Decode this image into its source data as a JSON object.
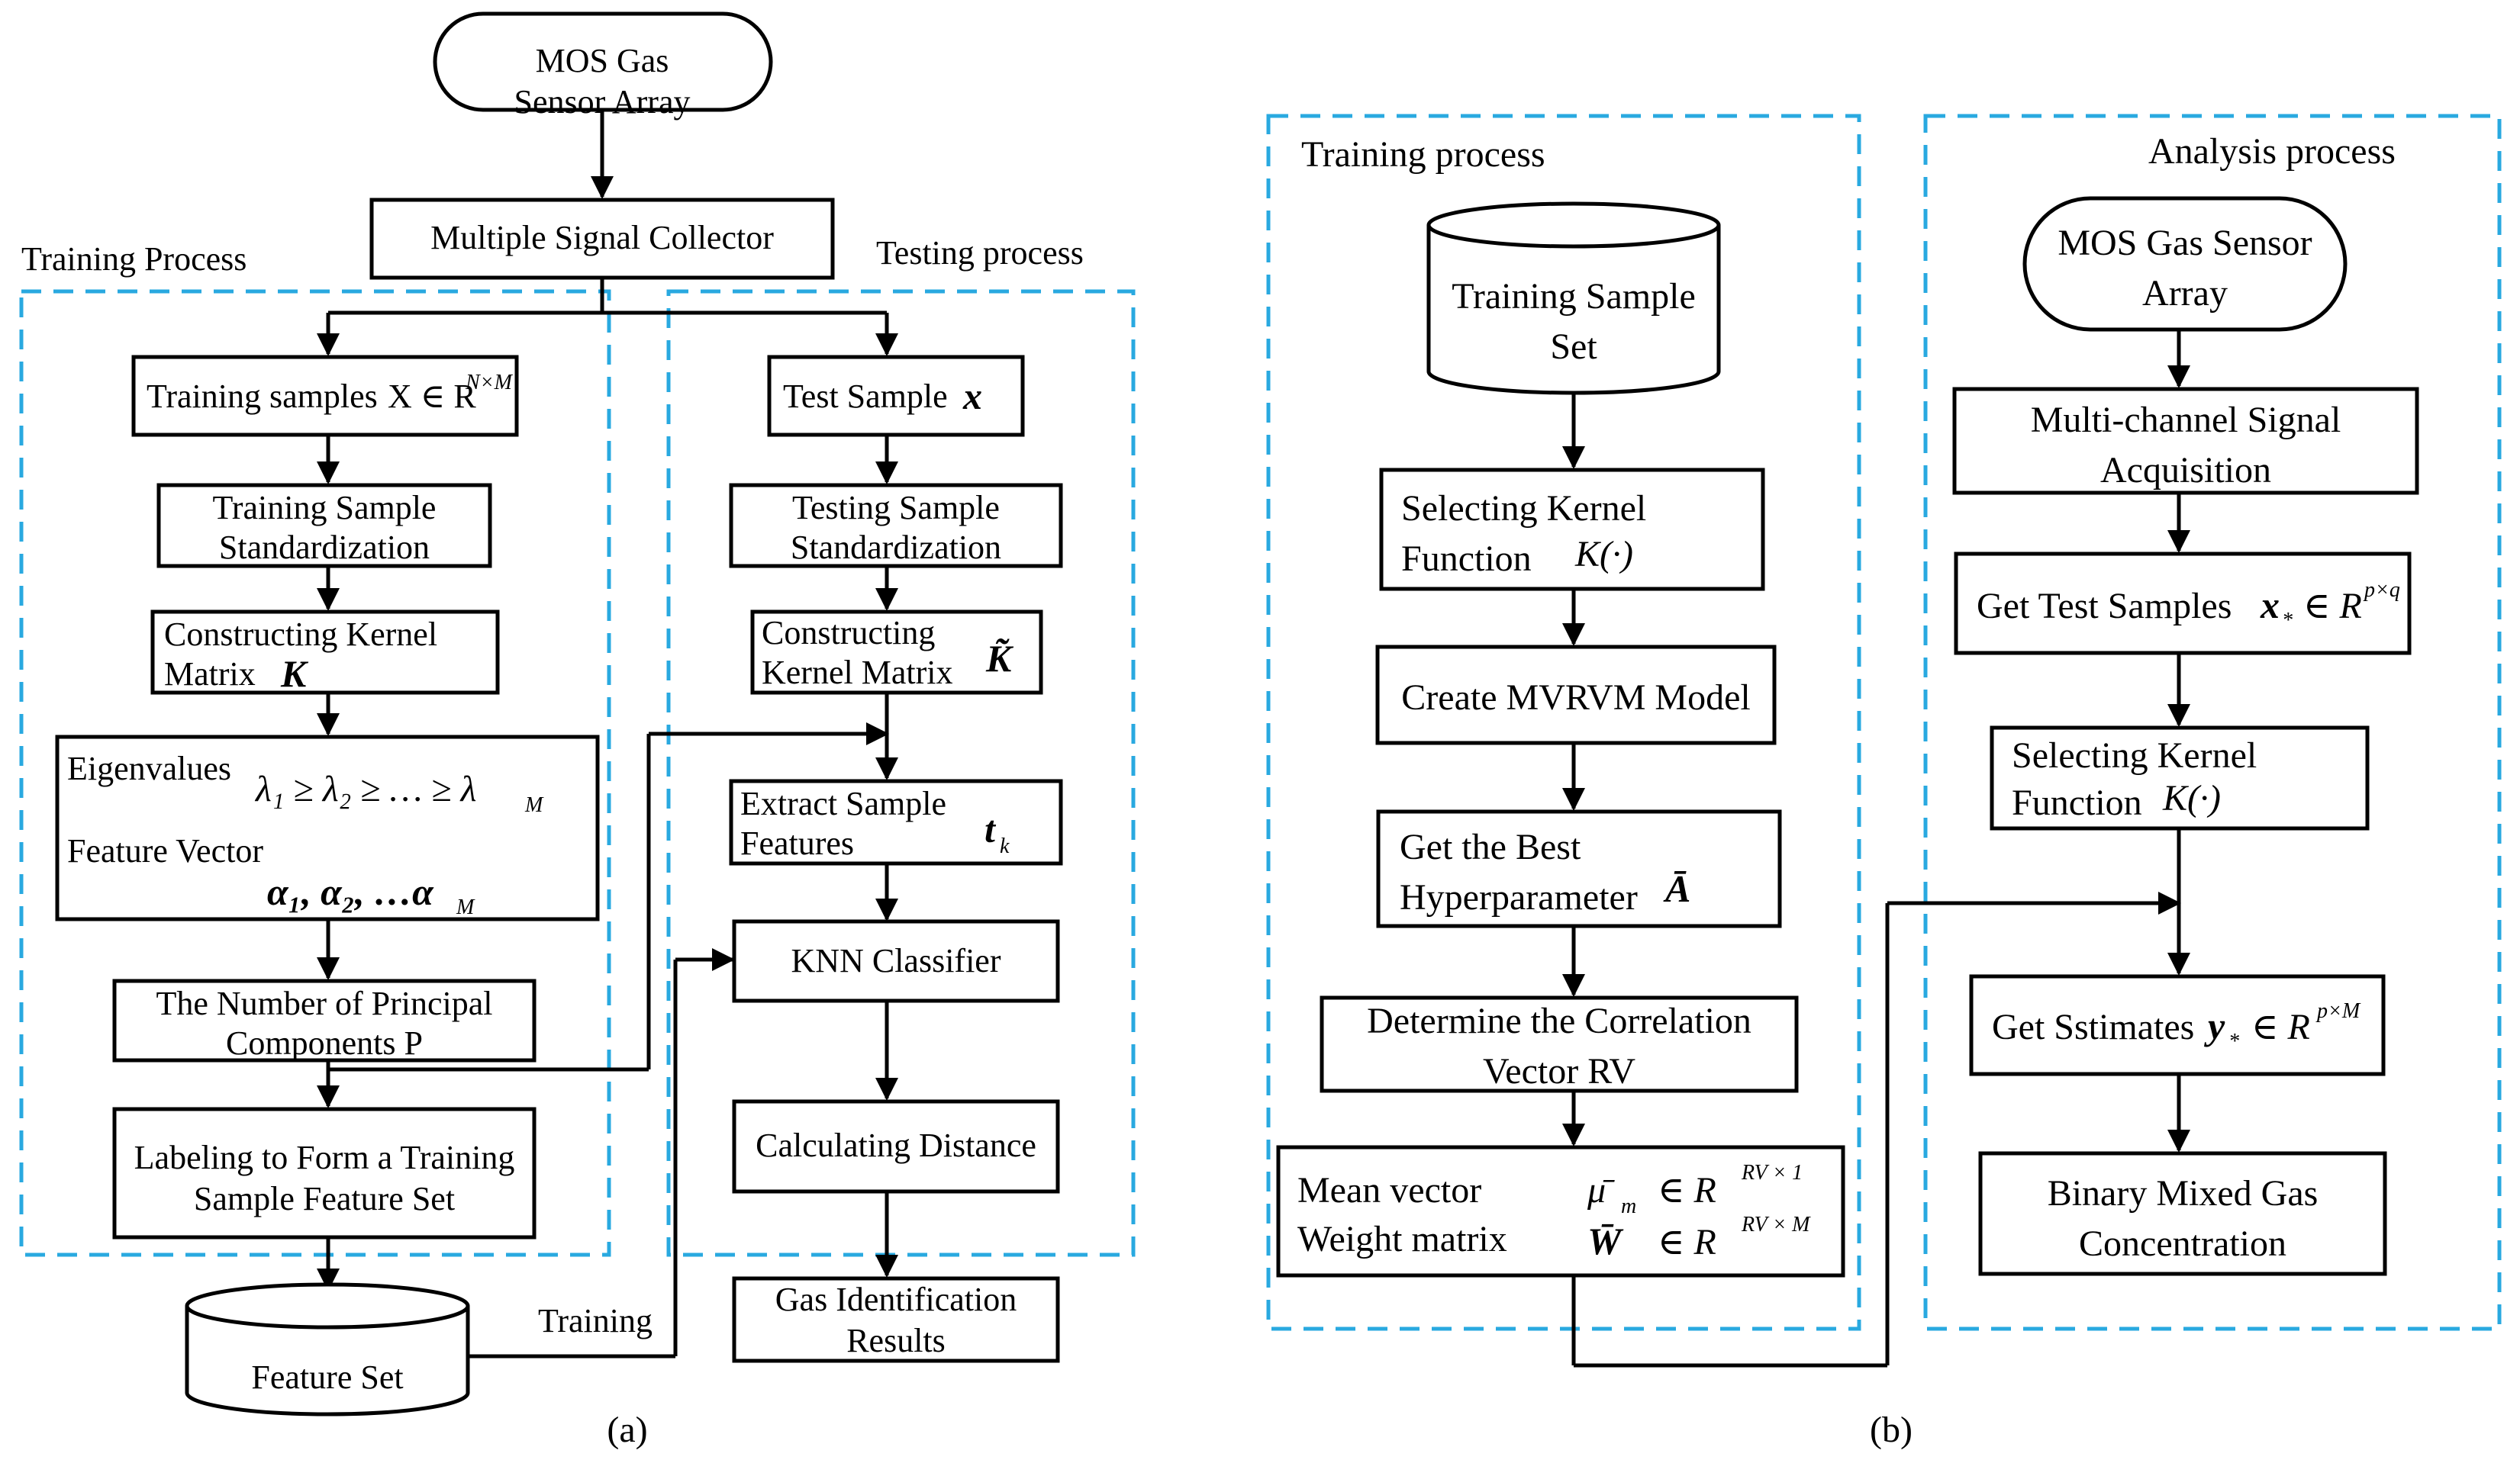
{
  "panel_a": {
    "start": [
      "MOS Gas",
      "Sensor Array"
    ],
    "collector": "Multiple Signal Collector",
    "training_region_label": "Training Process",
    "testing_region_label": "Testing process",
    "train_samples_label": "Training samples",
    "train_samples_math": "X ∈ R",
    "train_samples_sup": "N×M",
    "train_std": [
      "Training Sample",
      "Standardization"
    ],
    "kernel_matrix": [
      "Constructing Kernel",
      "Matrix"
    ],
    "kernel_symbol": "K",
    "eigen_label": "Eigenvalues",
    "eigen_math": "λ₁ ≥ λ₂ ≥ … ≥ λ",
    "eigen_sub": "M",
    "feature_vector_label": "Feature Vector",
    "feature_vector_math": "α₁, α₂, …α",
    "feature_vector_sub": "M",
    "principal": [
      "The Number of Principal",
      "Components P"
    ],
    "labeling": [
      "Labeling to Form a Training",
      "Sample Feature Set"
    ],
    "feature_set": "Feature Set",
    "training_edge_label": "Training",
    "test_sample_label": "Test Sample",
    "test_sample_symbol": "x",
    "test_std": [
      "Testing Sample",
      "Standardization"
    ],
    "test_kernel": [
      "Constructing",
      "Kernel Matrix"
    ],
    "test_kernel_symbol": "K̃",
    "extract": [
      "Extract Sample",
      "Features"
    ],
    "extract_symbol": "t",
    "extract_sub": "k",
    "knn": "KNN Classifier",
    "distance": "Calculating Distance",
    "results": [
      "Gas Identification",
      "Results"
    ],
    "caption": "(a)"
  },
  "panel_b": {
    "training_region_label": "Training process",
    "analysis_region_label": "Analysis process",
    "train_set": [
      "Training Sample",
      "Set"
    ],
    "select_kernel": [
      "Selecting  Kernel",
      "Function"
    ],
    "kernel_fn": "K(·)",
    "create_model": "Create MVRVM Model",
    "best_hyper": [
      "Get the Best",
      "Hyperparameter"
    ],
    "hyper_symbol": "Ā",
    "correlation": [
      "Determine the Correlation",
      "Vector RV"
    ],
    "mean_vector_label": "Mean vector",
    "weight_matrix_label": "Weight matrix",
    "mean_vector_math": "μ̄",
    "mean_vector_sub": "m",
    "mean_vector_set": "∈  R",
    "mean_vector_sup": "RV × 1",
    "weight_matrix_math": "W̄",
    "weight_matrix_set": "∈  R",
    "weight_matrix_sup": "RV × M",
    "sensor": [
      "MOS Gas Sensor",
      "Array"
    ],
    "acquisition": [
      "Multi-channel Signal",
      "Acquisition"
    ],
    "test_samples_label": "Get Test Samples",
    "test_samples_math": "x",
    "test_samples_sub": "*",
    "test_samples_set": "∈ R",
    "test_samples_sup": "p×q",
    "select_kernel_b": [
      "Selecting Kernel",
      "Function"
    ],
    "kernel_fn_b": "K(·)",
    "estimates_label": "Get Sstimates",
    "estimates_math": "y",
    "estimates_sub": "*",
    "estimates_set": "∈ R",
    "estimates_sup": "p×M",
    "concentration": [
      "Binary Mixed Gas",
      "Concentration"
    ],
    "caption": "(b)"
  }
}
